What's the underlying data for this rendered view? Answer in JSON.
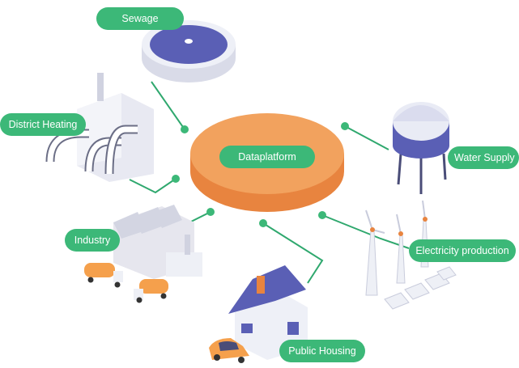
{
  "center": {
    "label": "Dataplatform"
  },
  "nodes": {
    "sewage": "Sewage",
    "district_heating": "District Heating",
    "water_supply": "Water Supply",
    "industry": "Industry",
    "electricity": "Electricity production",
    "public_housing": "Public Housing"
  },
  "colors": {
    "pill_green": "#3cb878",
    "connector_green": "#2fa86e",
    "platform_orange": "#f2a25e",
    "platform_side": "#e8843f",
    "machine_blue": "#5a5fb5",
    "building_gray": "#e6e6ee",
    "vehicle_orange": "#f5a04c"
  }
}
